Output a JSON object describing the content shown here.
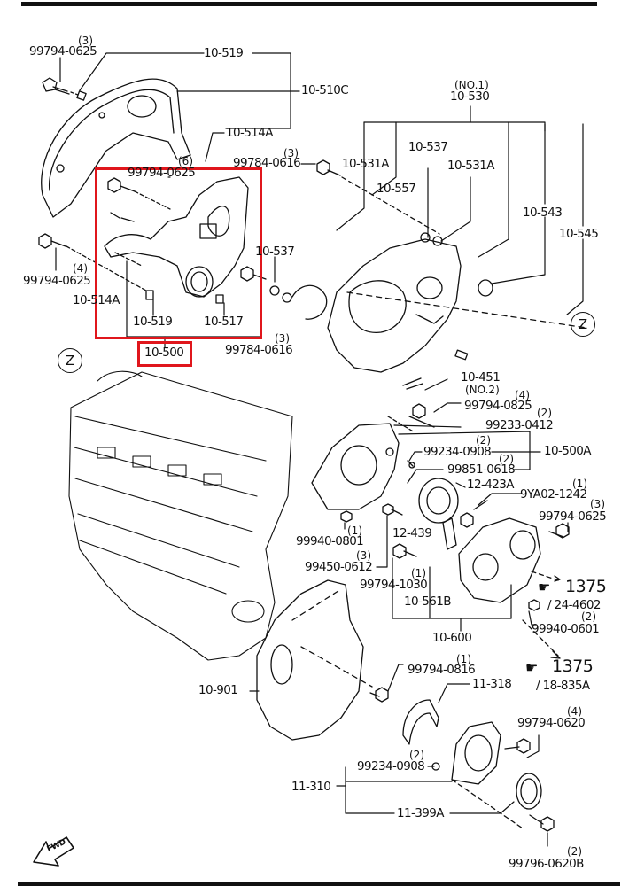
{
  "diagram": {
    "title": "Timing belt cover / front cover / oil pump / rear oil seal exploded parts diagram",
    "highlight_color": "#e0161c",
    "highlighted_part": "10-500",
    "ref_marker": "Z",
    "fwd_label": "FWD",
    "labels": {
      "p99794_0625_top": "99794-0625",
      "q_top": "(3)",
      "p10_519_top": "10-519",
      "p10_510c": "10-510C",
      "p10_514a_top": "10-514A",
      "q6": "(6)",
      "p99784_0616_top": "99784-0616",
      "q_99784_top": "(3)",
      "p99794_0625_box": "99794-0625",
      "p99794_0625_left": "99794-0625",
      "q_left": "(4)",
      "p10_514a_box": "10-514A",
      "p10_519_box": "10-519",
      "p10_517": "10-517",
      "p10_500": "10-500",
      "p10_537_box": "10-537",
      "p99784_0616_box": "99784-0616",
      "q_99784_box": "(3)",
      "no1": "(NO.1)",
      "p10_530": "10-530",
      "p10_531a_a": "10-531A",
      "p10_531a_b": "10-531A",
      "p10_537": "10-537",
      "p10_557": "10-557",
      "p10_543": "10-543",
      "p10_545": "10-545",
      "p10_451": "10-451",
      "no2": "(NO.2)",
      "p99794_0825": "99794-0825",
      "q_0825": "(4)",
      "p99233_0412": "99233-0412",
      "q_0412": "(2)",
      "p99234_0908": "99234-0908",
      "q_0908": "(2)",
      "p10_500a": "10-500A",
      "p99851_0618": "99851-0618",
      "q_0618": "(2)",
      "p12_423a": "12-423A",
      "p9ya02_1242": "9YA02-1242",
      "q_1242": "(1)",
      "p99794_0625_r": "99794-0625",
      "q_0625_r": "(3)",
      "p99940_0801": "99940-0801",
      "q_0801": "(1)",
      "p12_439": "12-439",
      "p99450_0612": "99450-0612",
      "q_0612": "(3)",
      "p99794_1030": "99794-1030",
      "q_1030": "(1)",
      "p10_561b": "10-561B",
      "p10_600": "10-600",
      "ref1375_a": "1375",
      "ref24_4602": "/ 24-4602",
      "p99940_0601": "99940-0601",
      "q_0601": "(2)",
      "ref1375_b": "1375",
      "ref18_835a": "/ 18-835A",
      "p10_901": "10-901",
      "p99794_0816": "99794-0816",
      "q_0816": "(1)",
      "p11_318": "11-318",
      "p99794_0620": "99794-0620",
      "q_0620": "(4)",
      "p99234_0908_b": "99234-0908",
      "q_0908_b": "(2)",
      "p11_310": "11-310",
      "p11_399a": "11-399A",
      "p99796_0620b": "99796-0620B",
      "q_0620b": "(2)"
    }
  }
}
